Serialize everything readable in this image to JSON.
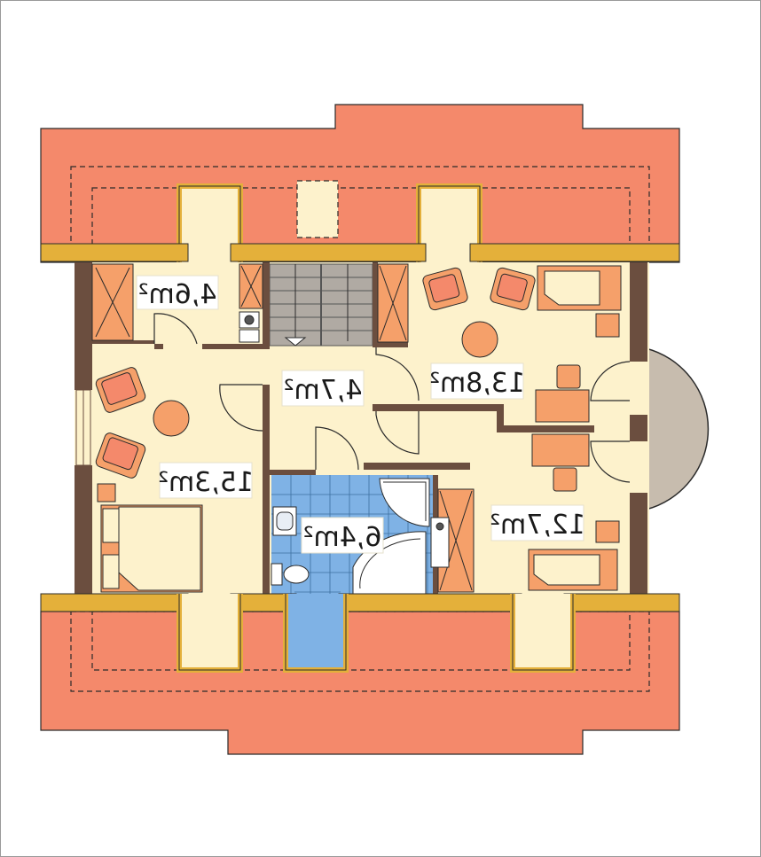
{
  "plan": {
    "rooms": [
      {
        "id": "utility",
        "label": "4,6m²"
      },
      {
        "id": "hall",
        "label": "4,7m²"
      },
      {
        "id": "office",
        "label": "13,8m²"
      },
      {
        "id": "bedroom-main",
        "label": "15,3m²"
      },
      {
        "id": "bathroom",
        "label": "6,4m²"
      },
      {
        "id": "bedroom-kid",
        "label": "12,7m²"
      }
    ]
  },
  "colors": {
    "roof": "#f4896b",
    "floor": "#fdf2cc",
    "wall": "#6b4e3f",
    "tile": "#7fb2e5",
    "furniture": "#f5a06a",
    "balcony": "#c7bcae",
    "eave": "#e4b03a"
  }
}
